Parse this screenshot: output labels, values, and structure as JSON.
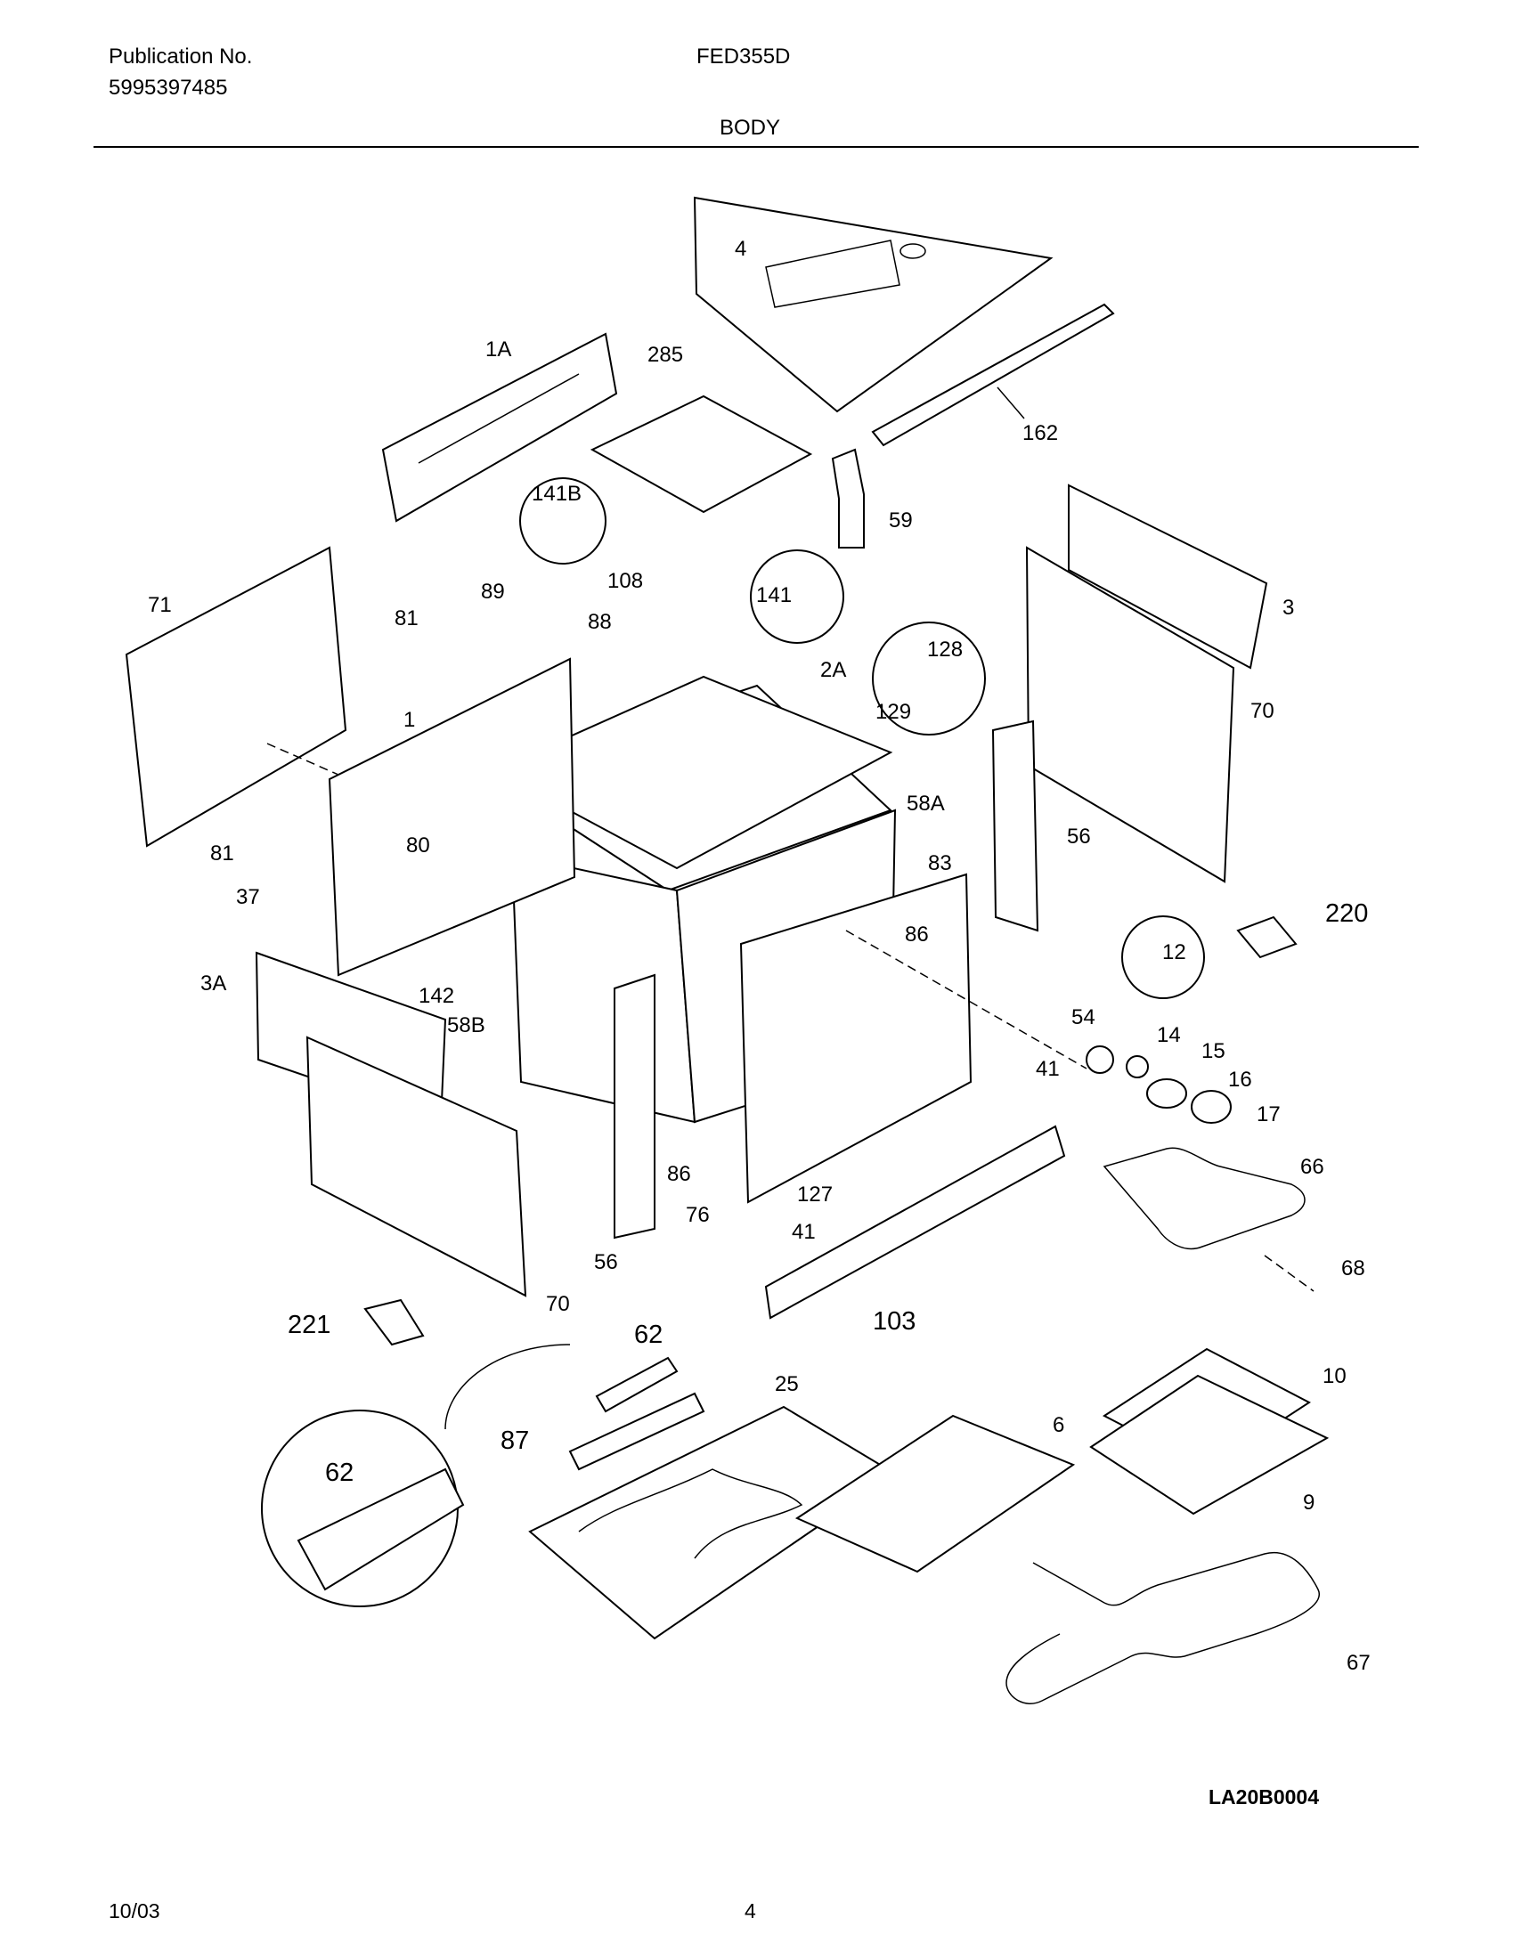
{
  "header": {
    "publication_label": "Publication No.",
    "publication_number": "5995397485",
    "model": "FED355D",
    "section": "BODY"
  },
  "diagram": {
    "part_labels": [
      "4",
      "1A",
      "285",
      "162",
      "59",
      "141B",
      "108",
      "141",
      "3",
      "71",
      "81",
      "89",
      "88",
      "2A",
      "128",
      "129",
      "70",
      "1",
      "80",
      "58A",
      "56",
      "81",
      "37",
      "83",
      "220",
      "86",
      "12",
      "3A",
      "142",
      "58B",
      "54",
      "14",
      "15",
      "41",
      "16",
      "17",
      "86",
      "127",
      "66",
      "76",
      "41",
      "56",
      "103",
      "68",
      "70",
      "221",
      "62",
      "25",
      "10",
      "87",
      "6",
      "62",
      "9",
      "67"
    ]
  },
  "footer": {
    "diagram_code": "LA20B0004",
    "date": "10/03",
    "page_number": "4"
  }
}
